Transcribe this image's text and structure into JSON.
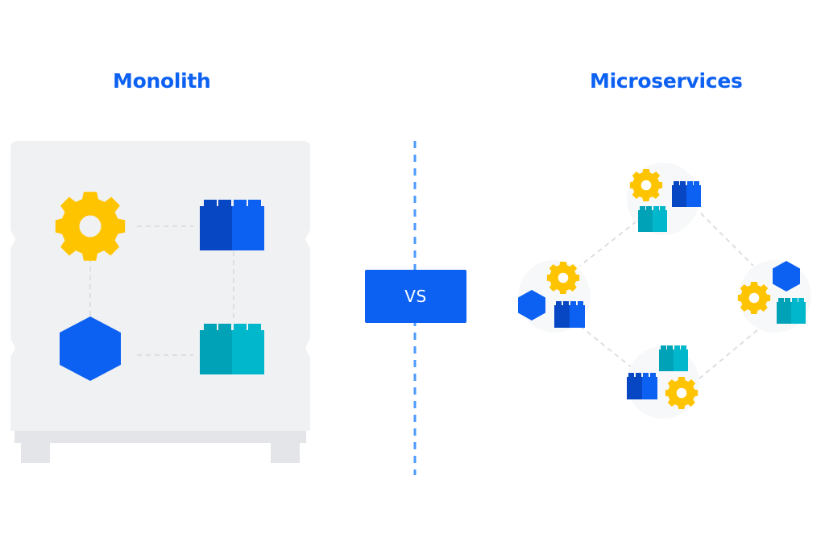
{
  "colors": {
    "brand_blue": "#0d61f2",
    "dark_blue": "#0747c4",
    "gear_yellow": "#ffc400",
    "teal": "#00b7cc",
    "teal_dark": "#00a2b8",
    "panel": "#f0f1f3",
    "panel_base": "#e3e5e8",
    "connector": "#dcdee2",
    "divider": "#4c9aff"
  },
  "titles": {
    "monolith": "Monolith",
    "microservices": "Microservices"
  },
  "vs_label": "VS",
  "monolith": {
    "components": [
      "gear-icon",
      "blocks-icon",
      "hexagon-icon",
      "teal-blocks-icon"
    ]
  },
  "microservices": {
    "nodes": [
      {
        "name": "top",
        "components": [
          "gear-icon",
          "blocks-icon",
          "teal-blocks-icon"
        ]
      },
      {
        "name": "left",
        "components": [
          "gear-icon",
          "hexagon-icon",
          "blocks-icon"
        ]
      },
      {
        "name": "right",
        "components": [
          "hexagon-icon",
          "gear-icon",
          "teal-blocks-icon"
        ]
      },
      {
        "name": "bottom",
        "components": [
          "teal-blocks-icon",
          "blocks-icon",
          "gear-icon"
        ]
      }
    ]
  }
}
